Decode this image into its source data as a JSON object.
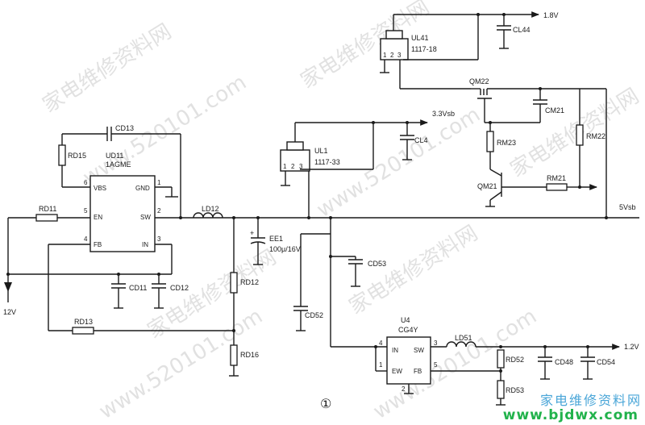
{
  "watermarks": {
    "cn_text": "家电维修资料网",
    "domain": "www.520101.com"
  },
  "rails": {
    "v18": "1.8V",
    "v33": "3.3Vsb",
    "v5": "5Vsb",
    "v12": "1.2V",
    "v12in": "12V"
  },
  "chips": {
    "ud11": {
      "ref": "UD11",
      "part": "1AGME",
      "pins": {
        "p1": "1",
        "p2": "2",
        "p3": "3",
        "p4": "4",
        "p5": "5",
        "p6": "6"
      },
      "labels": {
        "vbs": "VBS",
        "gnd": "GND",
        "en": "EN",
        "sw": "SW",
        "fb": "FB",
        "in": "IN"
      }
    },
    "ul1": {
      "ref": "UL1",
      "part": "1117-33",
      "pins": [
        "1",
        "2",
        "3"
      ]
    },
    "ul41": {
      "ref": "UL41",
      "part": "1117-18",
      "pins": [
        "1",
        "2",
        "3"
      ]
    },
    "u4": {
      "ref": "U4",
      "part": "CG4Y",
      "pins": {
        "p1": "1",
        "p2": "2",
        "p3": "3",
        "p4": "4",
        "p5": "5"
      },
      "labels": {
        "in": "IN",
        "sw": "SW",
        "ew": "EW",
        "fb": "FB"
      }
    }
  },
  "components": {
    "cd13": "CD13",
    "rd15": "RD15",
    "rd11": "RD11",
    "rd13": "RD13",
    "cd11": "CD11",
    "cd12": "CD12",
    "ld12": "LD12",
    "ee1": "EE1",
    "ee1_value": "100μ/16V",
    "rd12": "RD12",
    "rd16": "RD16",
    "cl4": "CL4",
    "cl44": "CL44",
    "qm22": "QM22",
    "cm21": "CM21",
    "rm23": "RM23",
    "rm22": "RM22",
    "qm21": "QM21",
    "rm21": "RM21",
    "cd53": "CD53",
    "cd52": "CD52",
    "ld51": "LD51",
    "rd52": "RD52",
    "rd53": "RD53",
    "cd48": "CD48",
    "cd54": "CD54"
  },
  "figure_marker": "①",
  "footer": {
    "logo": "家电维修资料网",
    "url": "www.bjdwx.com"
  }
}
